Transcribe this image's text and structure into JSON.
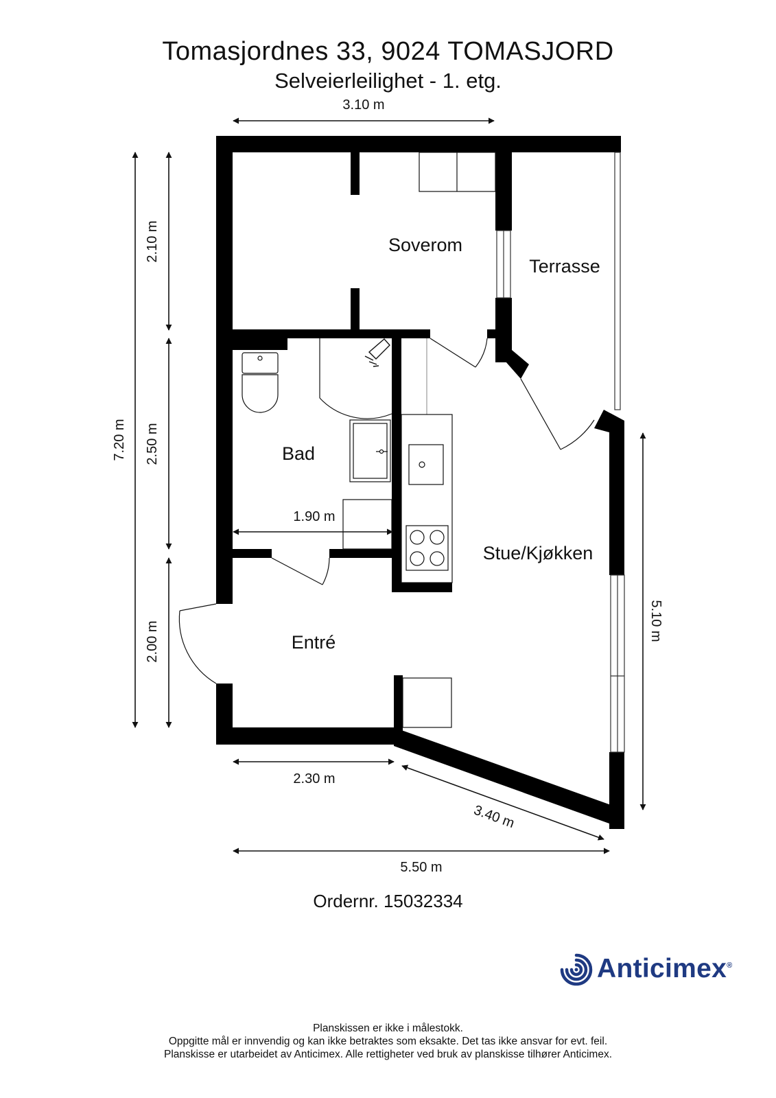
{
  "header": {
    "title": "Tomasjordnes 33, 9024 TOMASJORD",
    "subtitle": "Selveierleilighet - 1. etg."
  },
  "rooms": {
    "soverom": "Soverom",
    "terrasse": "Terrasse",
    "bad": "Bad",
    "stue": "Stue/Kjøkken",
    "entre": "Entré"
  },
  "dimensions": {
    "top": "3.10 m",
    "total_height": "7.20 m",
    "soverom_height": "2.10 m",
    "bad_height": "2.50 m",
    "entre_height": "2.00 m",
    "bad_width": "1.90 m",
    "right_height": "5.10 m",
    "bottom_left": "2.30 m",
    "bottom_diagonal": "3.40 m",
    "total_width": "5.50 m"
  },
  "order": "Ordernr. 15032334",
  "logo": {
    "name": "Anticimex",
    "mark": "®",
    "color": "#1f3a82"
  },
  "footer": {
    "line1": "Planskissen er ikke i målestokk.",
    "line2": "Oppgitte mål er innvendig og kan ikke betraktes som eksakte. Det tas ikke ansvar for evt. feil.",
    "line3": "Planskisse er utarbeidet av Anticimex. Alle rettigheter ved bruk av planskisse tilhører Anticimex."
  }
}
